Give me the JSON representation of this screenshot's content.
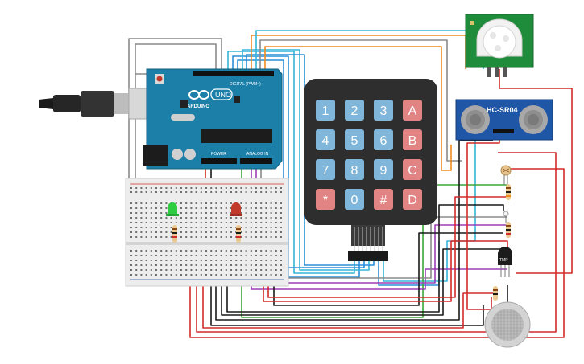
{
  "arduino": {
    "brand": "ARDUINO",
    "model": "UNO",
    "digital_label": "DIGITAL (PWM~)",
    "power_label": "POWER",
    "analog_label": "ANALOG IN"
  },
  "keypad": {
    "keys": [
      "1",
      "2",
      "3",
      "A",
      "4",
      "5",
      "6",
      "B",
      "7",
      "8",
      "9",
      "C",
      "*",
      "0",
      "#",
      "D"
    ]
  },
  "ultrasonic": {
    "label": "HC-SR04"
  },
  "temp_sensor": {
    "label": "TMP"
  },
  "colors": {
    "arduino_board": "#1b7fa8",
    "keypad_body": "#2e2e2e",
    "key_blue": "#7fb6d9",
    "key_red": "#e28484",
    "wire_red": "#d22b2b",
    "wire_black": "#1a1a1a",
    "wire_green": "#3aa63a",
    "wire_blue": "#2a8fd9",
    "wire_orange": "#f08c1e",
    "wire_purple": "#9b3fb5",
    "wire_gray": "#8a8a8a",
    "wire_cyan": "#35b5d8",
    "led_green": "#2ecc40",
    "led_red": "#c0392b",
    "pir_board": "#1e8c3a",
    "ultrasonic_board": "#1f56a6"
  },
  "icons": {
    "usb": "usb-cable-icon",
    "infinity": "arduino-infinity-logo-icon"
  }
}
